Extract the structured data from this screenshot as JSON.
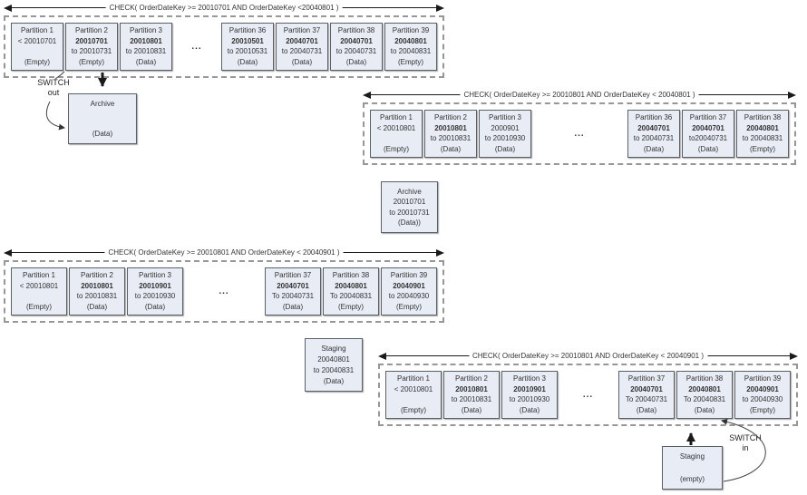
{
  "dots": "...",
  "colors": {
    "partition_fill": "#e7ecf5",
    "partition_border": "#596066",
    "dashed_border": "#979797",
    "arrow": "#1a1a1a",
    "text": "#333333"
  },
  "labels": {
    "switch_out": [
      "SWITCH",
      "out"
    ],
    "switch_in": [
      "SWITCH",
      "in"
    ]
  },
  "boxes": {
    "archive_out": {
      "lines": [
        "Archive",
        "",
        "(Data)"
      ]
    },
    "archive_rolled": {
      "lines": [
        "Archive",
        "20010701",
        "to 20010731",
        "(Data))"
      ]
    },
    "staging_loaded": {
      "lines": [
        "Staging",
        "20040801",
        "to 20040831",
        "(Data)"
      ]
    },
    "staging_empty": {
      "lines": [
        "Staging",
        "",
        "(empty)"
      ]
    }
  },
  "schemes": [
    {
      "check": "CHECK( OrderDateKey >= 20010701 AND OrderDateKey <20040801 )",
      "gap_after": 2,
      "partitions": [
        {
          "name": "Partition 1",
          "start": "< 20010701",
          "bold": false,
          "end": "",
          "state": "(Empty)"
        },
        {
          "name": "Partition 2",
          "start": "20010701",
          "bold": true,
          "end": "to 20010731",
          "state": "(Empty)"
        },
        {
          "name": "Partition 3",
          "start": "20010801",
          "bold": true,
          "end": "to 20010831",
          "state": "(Data)"
        },
        {
          "name": "Partition 36",
          "start": "20010501",
          "bold": true,
          "end": "to 20010531",
          "state": "(Data)"
        },
        {
          "name": "Partition 37",
          "start": "20040701",
          "bold": true,
          "end": "to 20040731",
          "state": "(Data)"
        },
        {
          "name": "Partition 38",
          "start": "20040701",
          "bold": true,
          "end": "to 20040731",
          "state": "(Data)"
        },
        {
          "name": "Partition 39",
          "start": "20040801",
          "bold": true,
          "end": "to 20040831",
          "state": "(Empty)"
        }
      ]
    },
    {
      "check": "CHECK( OrderDateKey >= 20010801 AND OrderDateKey < 20040801 )",
      "gap_after": 2,
      "partitions": [
        {
          "name": "Partition 1",
          "start": "< 20010801",
          "bold": false,
          "end": "",
          "state": "(Empty)"
        },
        {
          "name": "Partition 2",
          "start": "20010801",
          "bold": true,
          "end": "to 20010831",
          "state": "(Data)"
        },
        {
          "name": "Partition 3",
          "start": "2000901",
          "bold": false,
          "end": "to 20010930",
          "state": "(Data)"
        },
        {
          "name": "Partition 36",
          "start": "20040701",
          "bold": true,
          "end": "to 20040731",
          "state": "(Data)"
        },
        {
          "name": "Partition 37",
          "start": "20040701",
          "bold": true,
          "end": "to20040731",
          "state": "(Data)"
        },
        {
          "name": "Partition 38",
          "start": "20040801",
          "bold": true,
          "end": "to 20040831",
          "state": "(Empty)"
        }
      ]
    },
    {
      "check": "CHECK( OrderDateKey >= 20010801 AND OrderDateKey < 20040901 )",
      "gap_after": 2,
      "partitions": [
        {
          "name": "Partition 1",
          "start": "< 20010801",
          "bold": false,
          "end": "",
          "state": "(Empty)"
        },
        {
          "name": "Partition 2",
          "start": "20010801",
          "bold": true,
          "end": "to 20010831",
          "state": "(Data)"
        },
        {
          "name": "Partition 3",
          "start": "20010901",
          "bold": true,
          "end": "to 20010930",
          "state": "(Data)"
        },
        {
          "name": "Partition 37",
          "start": "20040701",
          "bold": true,
          "end": "To 20040731",
          "state": "(Data)"
        },
        {
          "name": "Partition 38",
          "start": "20040801",
          "bold": true,
          "end": "To 20040831",
          "state": "(Empty)"
        },
        {
          "name": "Partition 39",
          "start": "20040901",
          "bold": true,
          "end": "to 20040930",
          "state": "(Empty)"
        }
      ]
    },
    {
      "check": "CHECK( OrderDateKey >= 20010801 AND OrderDateKey < 20040901 )",
      "gap_after": 2,
      "partitions": [
        {
          "name": "Partition 1",
          "start": "< 20010801",
          "bold": false,
          "end": "",
          "state": "(Empty)"
        },
        {
          "name": "Partition 2",
          "start": "20010801",
          "bold": true,
          "end": "to 20010831",
          "state": "(Data)"
        },
        {
          "name": "Partition 3",
          "start": "20010901",
          "bold": true,
          "end": "to 20010930",
          "state": "(Data)"
        },
        {
          "name": "Partition 37",
          "start": "20040701",
          "bold": true,
          "end": "To 20040731",
          "state": "(Data)"
        },
        {
          "name": "Partition 38",
          "start": "20040801",
          "bold": true,
          "end": "To 20040831",
          "state": "(Data)"
        },
        {
          "name": "Partition 39",
          "start": "20040901",
          "bold": true,
          "end": "to 20040930",
          "state": "(Empty)"
        }
      ]
    }
  ]
}
